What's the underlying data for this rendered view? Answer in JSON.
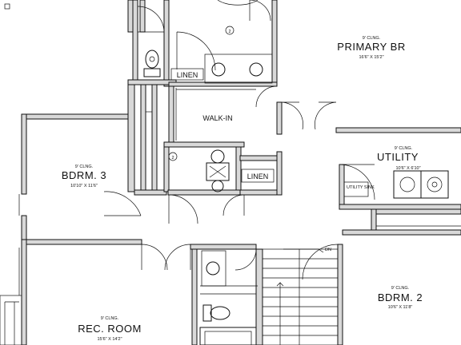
{
  "rooms": {
    "primary_br": {
      "ceiling": "9' CLNG.",
      "name": "PRIMARY BR",
      "dims": "16'6\" X 15'2\""
    },
    "walk_in": {
      "name": "WALK-IN"
    },
    "utility": {
      "ceiling": "9' CLNG.",
      "name": "UTILITY",
      "dims": "10'6\" X 6'10\""
    },
    "bdrm3": {
      "ceiling": "9' CLNG.",
      "name": "BDRM. 3",
      "dims": "10'10\" X 11'6\""
    },
    "bdrm2": {
      "ceiling": "9' CLNG.",
      "name": "BDRM. 2",
      "dims": "10'6\" X 11'8\""
    },
    "rec_room": {
      "ceiling": "9' CLNG.",
      "name": "REC. ROOM",
      "dims": "15'6\" X 14'2\""
    }
  },
  "labels": {
    "linen1": "LINEN",
    "linen2": "LINEN",
    "utility_sink": "UTILITY SINK",
    "stair_dn": "DN",
    "marker1": "2",
    "marker2": "2"
  }
}
